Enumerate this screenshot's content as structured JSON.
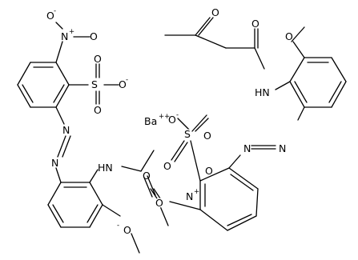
{
  "labels": {
    "ba": "Ba",
    "ba_charge": "++",
    "o": "O",
    "o_minus": "-",
    "n_plus": "+",
    "n": "N",
    "s": "S",
    "hn": "HN"
  },
  "colors": {
    "bond": "#000000",
    "background": "#ffffff"
  }
}
